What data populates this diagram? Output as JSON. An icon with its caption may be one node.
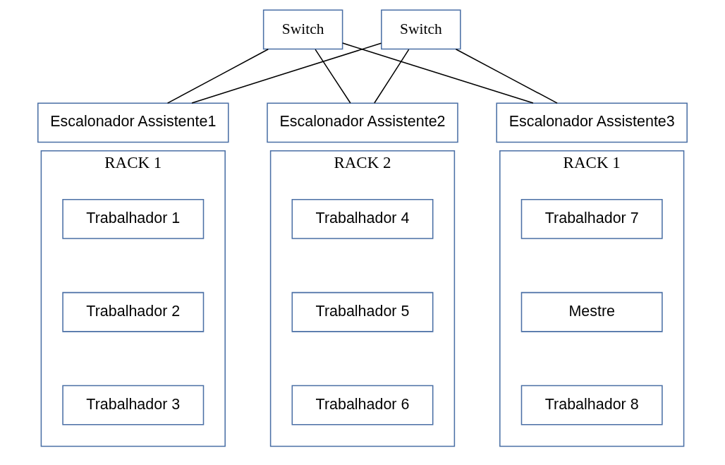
{
  "diagram": {
    "nodes": [
      {
        "text": [
          "Switch"
        ]
      },
      {
        "text": [
          "Switch"
        ]
      },
      {
        "text": [
          "Escalonador Assistente1"
        ]
      },
      {
        "text": [
          "Escalonador Assistente2"
        ]
      },
      {
        "text": [
          "Escalonador Assistente3"
        ]
      },
      {
        "text": [
          "RACK 1"
        ]
      },
      {
        "text": [
          "Trabalhador 1"
        ],
        "in": 5
      },
      {
        "text": [
          "Trabalhador 2"
        ],
        "in": 5
      },
      {
        "text": [
          "Trabalhador 3"
        ],
        "in": 5
      },
      {
        "text": [
          "RACK 2"
        ]
      },
      {
        "text": [
          "Trabalhador 4"
        ],
        "in": 9
      },
      {
        "text": [
          "Trabalhador 5"
        ],
        "in": 9
      },
      {
        "text": [
          "Trabalhador 6"
        ],
        "in": 9
      },
      {
        "text": [
          "RACK 1"
        ]
      },
      {
        "text": [
          "Trabalhador 7"
        ],
        "in": 13
      },
      {
        "text": [
          "Mestre"
        ],
        "in": 13
      },
      {
        "text": [
          "Trabalhador 8"
        ],
        "in": 13
      }
    ],
    "edges": [
      {
        "from": 0,
        "to": 2,
        "arrow": "none"
      },
      {
        "from": 0,
        "to": 3,
        "arrow": "none"
      },
      {
        "from": 0,
        "to": 4,
        "arrow": "none"
      },
      {
        "from": 1,
        "to": 2,
        "arrow": "none"
      },
      {
        "from": 1,
        "to": 3,
        "arrow": "none"
      },
      {
        "from": 1,
        "to": 4,
        "arrow": "none"
      }
    ]
  }
}
